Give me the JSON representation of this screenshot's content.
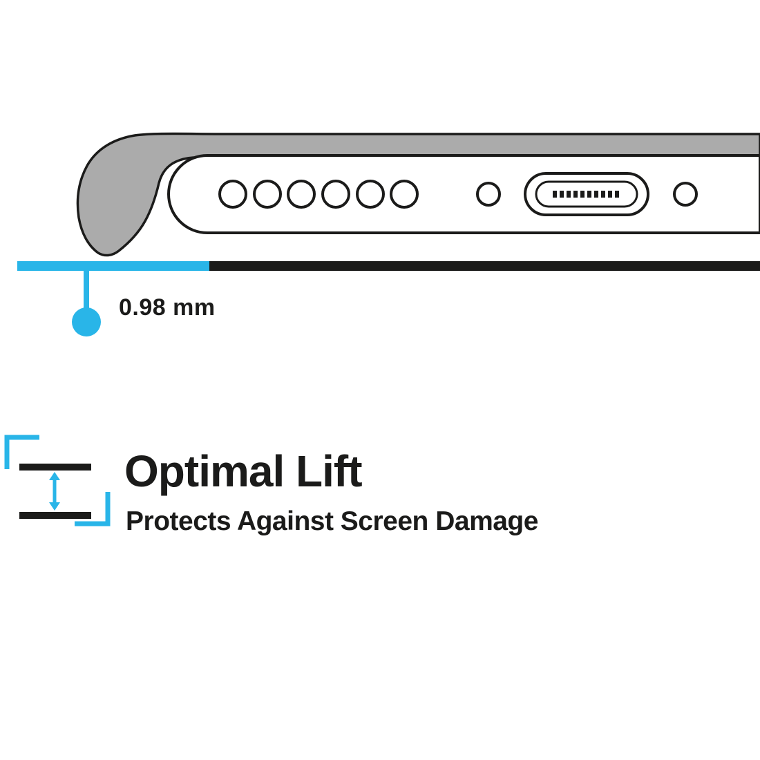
{
  "colors": {
    "accent": "#29B5E8",
    "ink": "#1B1B1A",
    "case_gray": "#ABABAB",
    "background": "#FFFFFF"
  },
  "illustration": {
    "subject": "phone-case-bottom-edge-cross-section",
    "speaker_hole_count": 6
  },
  "measurement": {
    "label": "0.98 mm"
  },
  "feature": {
    "title": "Optimal Lift",
    "subtitle": "Protects Against Screen Damage"
  }
}
